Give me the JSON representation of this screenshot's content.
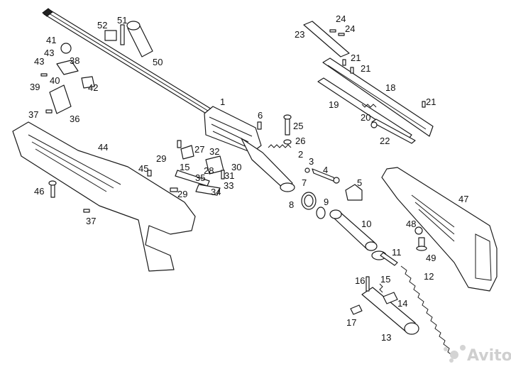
{
  "diagram": {
    "labels": [
      "1",
      "2",
      "3",
      "4",
      "5",
      "6",
      "7",
      "8",
      "9",
      "10",
      "11",
      "12",
      "13",
      "14",
      "15",
      "15",
      "16",
      "17",
      "18",
      "19",
      "20",
      "21",
      "21",
      "21",
      "22",
      "23",
      "24",
      "24",
      "25",
      "26",
      "27",
      "28",
      "29",
      "29",
      "30",
      "31",
      "32",
      "33",
      "34",
      "35",
      "36",
      "37",
      "37",
      "38",
      "39",
      "40",
      "41",
      "42",
      "43",
      "43",
      "44",
      "45",
      "46",
      "47",
      "48",
      "49",
      "50",
      "51",
      "52"
    ]
  },
  "watermark": {
    "text": "Avito",
    "icon": "avito-dots-icon"
  }
}
